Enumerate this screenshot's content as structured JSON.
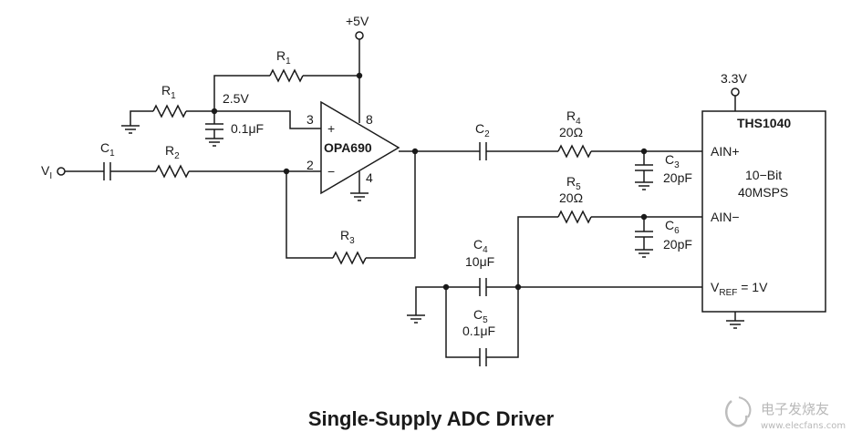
{
  "diagram": {
    "caption": "Single-Supply ADC Driver",
    "supply_5v": "+5V",
    "supply_3v3": "3.3V",
    "input": {
      "symbol": "V",
      "sub": "I"
    },
    "node_2v5": "2.5V",
    "opamp": {
      "name": "OPA690",
      "pin_plus": "3",
      "pin_minus": "2",
      "pin_v": "8",
      "pin_gnd": "4",
      "plus": "+",
      "minus": "−"
    },
    "components": {
      "r1_top": {
        "ref": "R",
        "sub": "1"
      },
      "r1_left": {
        "ref": "R",
        "sub": "1"
      },
      "r2": {
        "ref": "R",
        "sub": "2"
      },
      "r3": {
        "ref": "R",
        "sub": "3"
      },
      "r4": {
        "ref": "R",
        "sub": "4",
        "value": "20Ω"
      },
      "r5": {
        "ref": "R",
        "sub": "5",
        "value": "20Ω"
      },
      "c1": {
        "ref": "C",
        "sub": "1"
      },
      "c2": {
        "ref": "C",
        "sub": "2"
      },
      "c3": {
        "ref": "C",
        "sub": "3",
        "value": "20pF"
      },
      "c4": {
        "ref": "C",
        "sub": "4",
        "value": "10μF"
      },
      "c5": {
        "ref": "C",
        "sub": "5",
        "value": "0.1μF"
      },
      "c6": {
        "ref": "C",
        "sub": "6",
        "value": "20pF"
      },
      "c_bypass": {
        "value": "0.1μF"
      }
    },
    "adc": {
      "name": "THS1040",
      "desc_line1": "10−Bit",
      "desc_line2": "40MSPS",
      "ain_plus": "AIN+",
      "ain_minus": "AIN−",
      "vref_symbol": "V",
      "vref_sub": "REF",
      "vref_value": " = 1V"
    }
  },
  "watermark": {
    "cn": "电子发烧友",
    "url": "www.elecfans.com"
  }
}
